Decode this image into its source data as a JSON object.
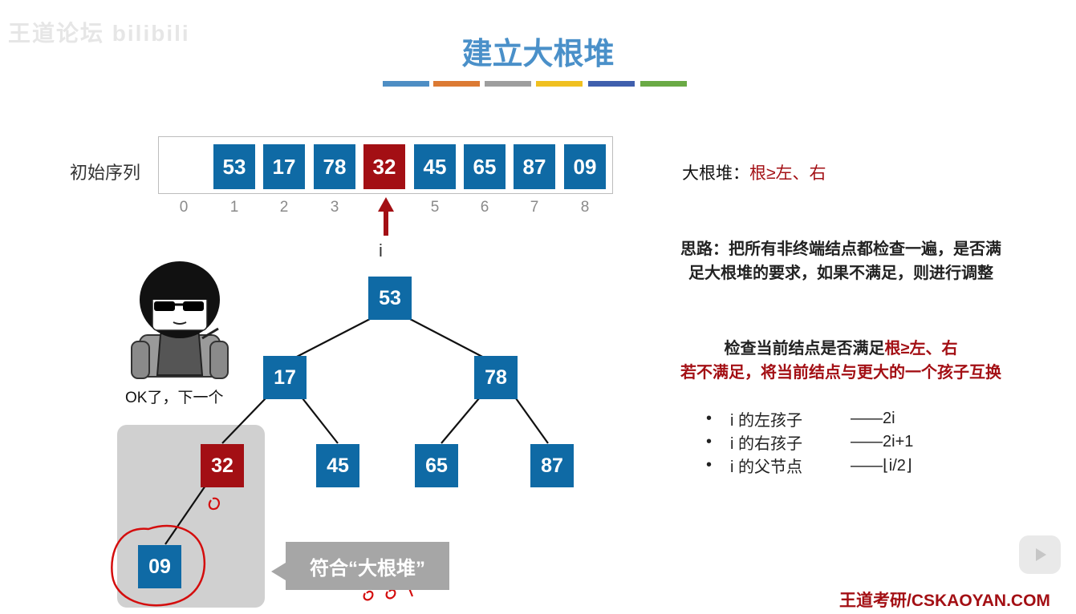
{
  "watermark": "王道论坛 bilibili",
  "title": "建立大根堆",
  "color_strip": [
    "#4e8ec4",
    "#dc7a33",
    "#9e9e9e",
    "#f0c020",
    "#3f5fad",
    "#6aaa45"
  ],
  "array": {
    "label": "初始序列",
    "cells": [
      "",
      "53",
      "17",
      "78",
      "32",
      "45",
      "65",
      "87",
      "09"
    ],
    "indices": [
      "0",
      "1",
      "2",
      "3",
      "",
      "5",
      "6",
      "7",
      "8"
    ],
    "highlight_index": 4,
    "pointer_label": "i"
  },
  "tree": {
    "root": "53",
    "level2": [
      "17",
      "78"
    ],
    "level3": [
      "32",
      "45",
      "65",
      "87"
    ],
    "level4": [
      "09"
    ]
  },
  "meme_caption": "OK了，下一个",
  "tooltip": "符合“大根堆”",
  "right_panel": {
    "definition_label": "大根堆：",
    "definition_rule": "根≥左、右",
    "idea_line1": "思路：把所有非终端结点都检查一遍，是否满",
    "idea_line2": "足大根堆的要求，如果不满足，则进行调整",
    "check_prefix": "检查当前结点是否满足",
    "check_rule": "根≥左、右",
    "swap_line": "若不满足，将当前结点与更大的一个孩子互换",
    "bullets": [
      {
        "key": "i 的左孩子",
        "value": "——2i"
      },
      {
        "key": "i 的右孩子",
        "value": "——2i+1"
      },
      {
        "key": "i 的父节点",
        "value": "——⌊i/2⌋"
      }
    ]
  },
  "footer": "王道考研/CSKAOYAN.COM",
  "colors": {
    "node_blue": "#0f6aa5",
    "node_red": "#a30f14",
    "title_blue": "#4a90c9"
  }
}
